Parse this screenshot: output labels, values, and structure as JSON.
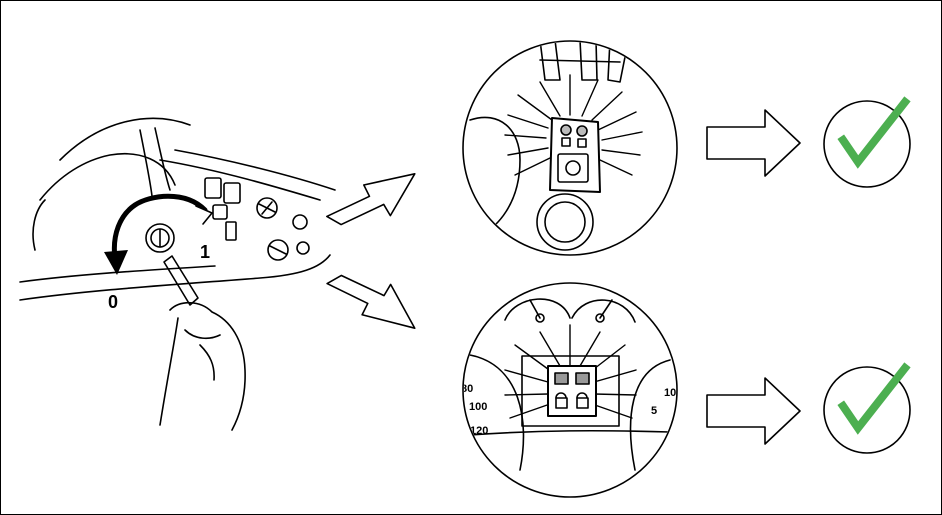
{
  "ignition": {
    "position_on_label": "1",
    "position_off_label": "0"
  },
  "gauge": {
    "ticks_left": [
      "80",
      "100",
      "120"
    ],
    "tick_right_top": "10",
    "tick_right_bottom": "5"
  },
  "colors": {
    "check": "#4caf50",
    "line": "#000000"
  },
  "icons": [
    "steering-wheel",
    "ignition-key",
    "hand",
    "overhead-console-panel",
    "instrument-cluster-panel",
    "arrow-right",
    "checkmark-circle"
  ]
}
